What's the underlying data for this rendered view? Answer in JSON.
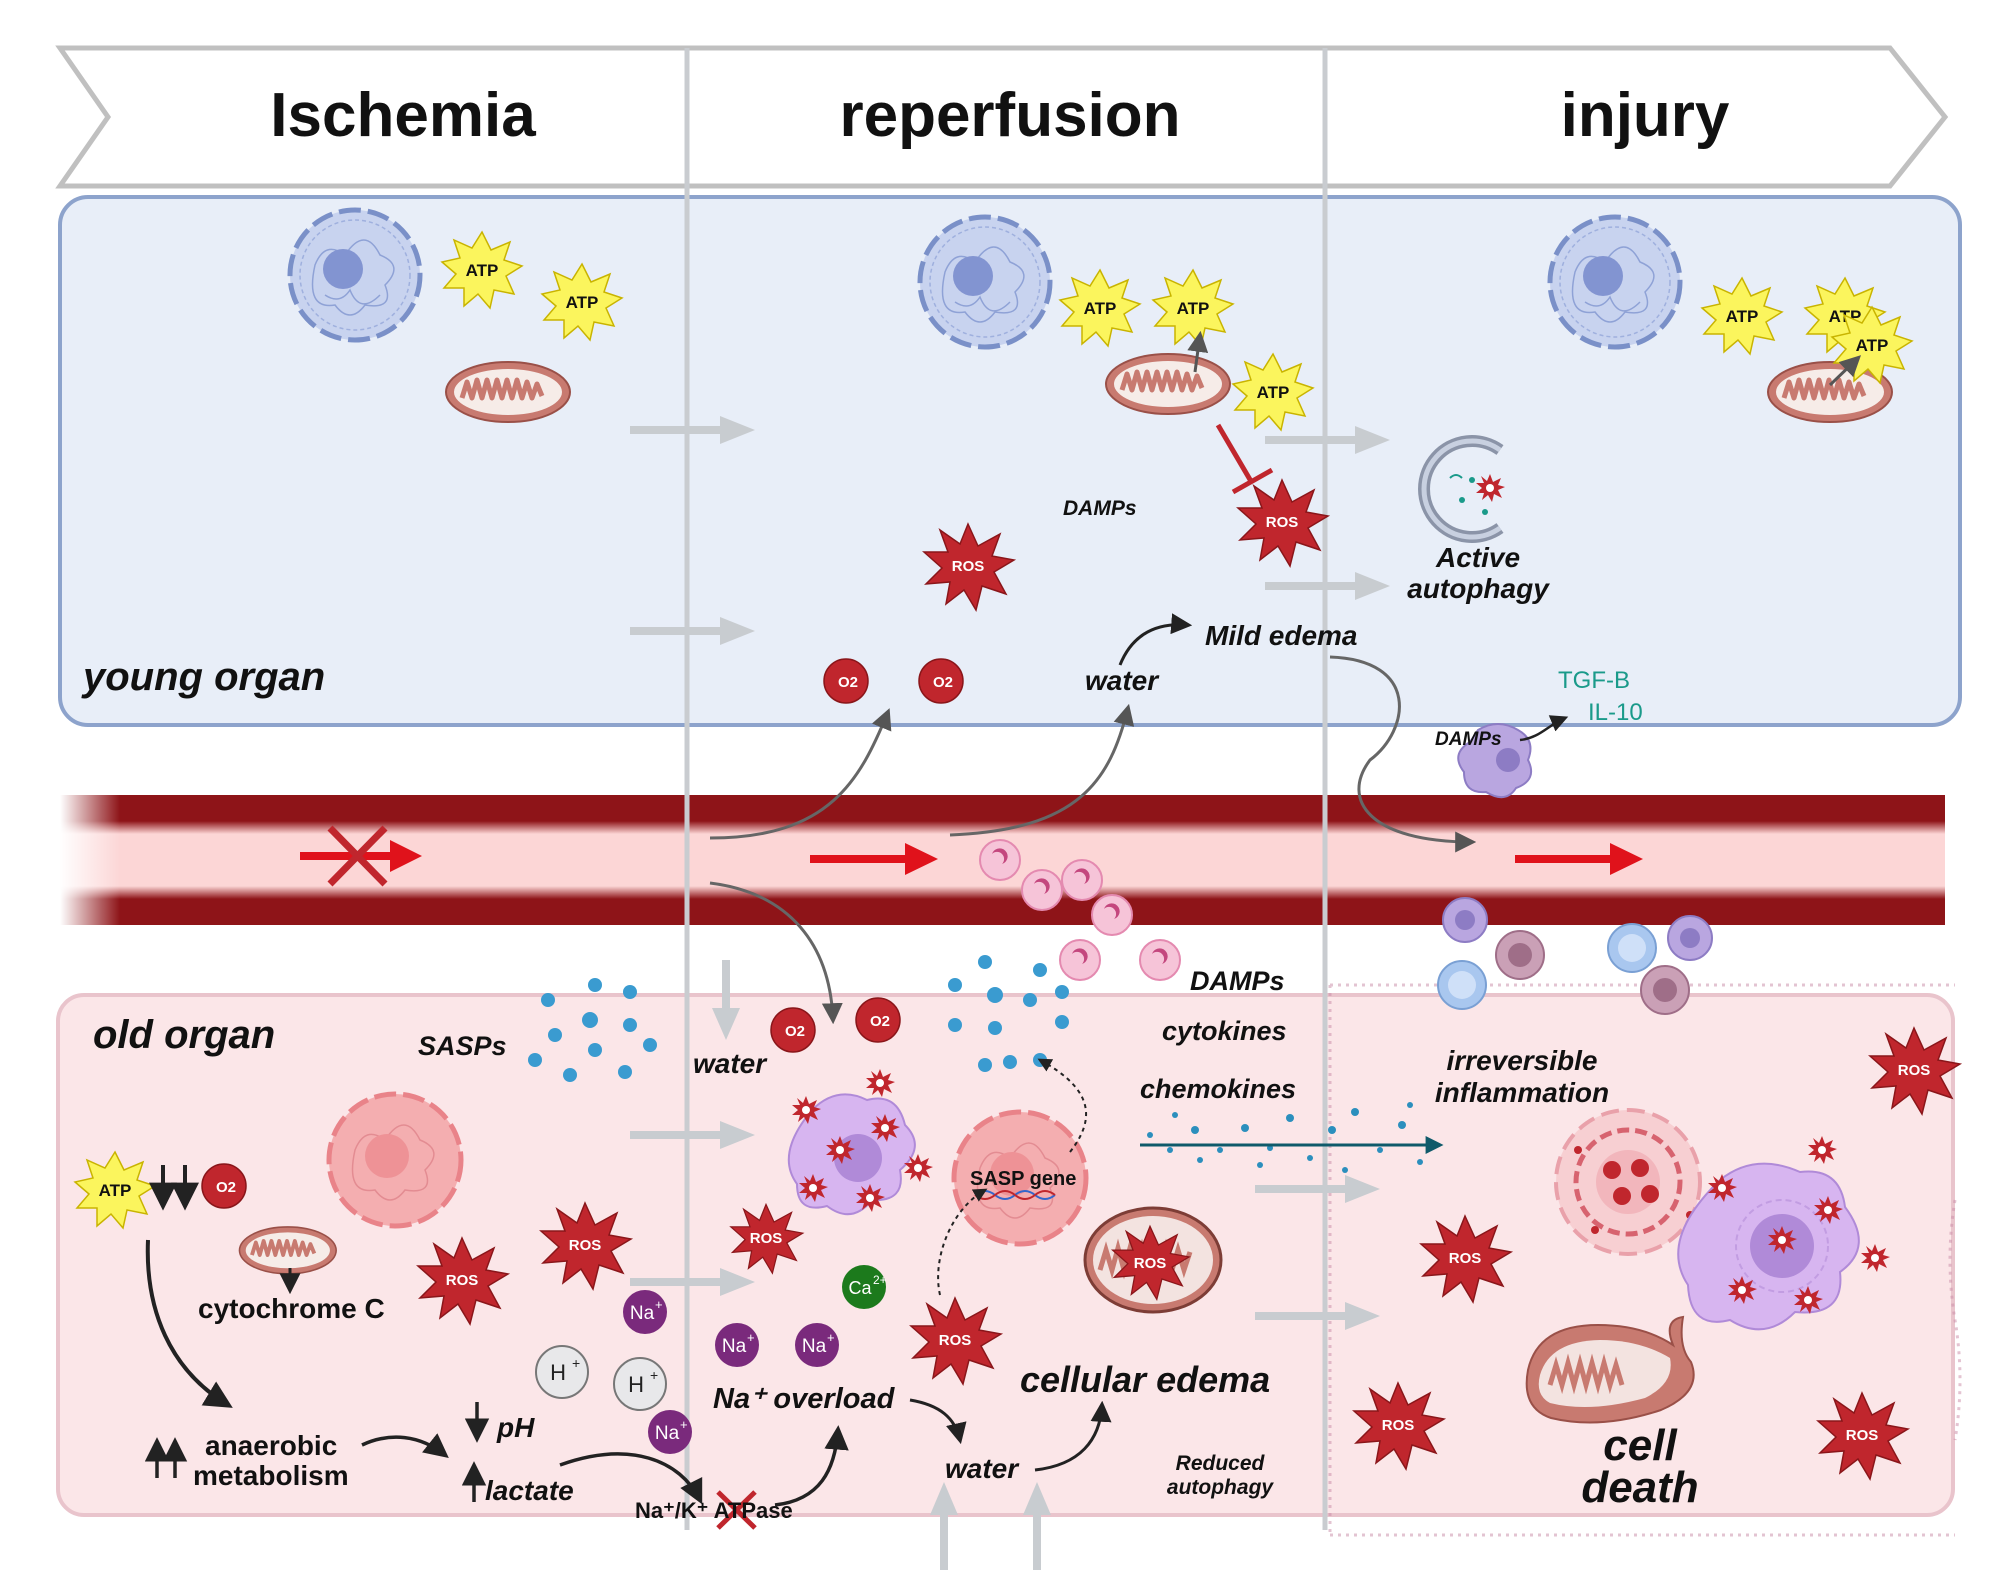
{
  "phases": [
    "Ischemia",
    "reperfusion",
    "injury"
  ],
  "young": {
    "organ_label": "young organ",
    "atp": "ATP",
    "ros": "ROS",
    "o2": "O2",
    "o2_super": "•",
    "o2_sign": "–",
    "damps": "DAMPs",
    "water": "water",
    "mild_edema": "Mild edema",
    "active_autophagy_1": "Active",
    "active_autophagy_2": "autophagy",
    "tgfb": "TGF-B",
    "il10": "IL-10",
    "damps_macrophage": "DAMPs"
  },
  "old": {
    "organ_label": "old organ",
    "sasps": "SASPs",
    "water_1": "water",
    "water_2": "water",
    "atp": "ATP",
    "o2": "O2",
    "ros": "ROS",
    "cytochrome": "cytochrome C",
    "anaerobic_1": "anaerobic",
    "anaerobic_2": "metabolism",
    "ph": "pH",
    "lactate": "lactate",
    "h_ion": "H",
    "na_ion": "Na",
    "ca_ion": "Ca",
    "ion_plus": "+",
    "ca_charge": "2+",
    "atpase": "Na⁺/K⁺ ATPase",
    "na_overload": "Na⁺ overload",
    "sasp_gene": "SASP gene",
    "cellular_edema": "cellular edema",
    "reduced_autophagy_1": "Reduced",
    "reduced_autophagy_2": "autophagy",
    "damps": "DAMPs",
    "cytokines": "cytokines",
    "chemokines": "chemokines",
    "irreversible_1": "irreversible",
    "irreversible_2": "inflammation",
    "cell_death_1": "cell",
    "cell_death_2": "death"
  },
  "colors": {
    "young_bg": "#e8eef8",
    "young_border": "#8da3cc",
    "old_bg": "#fbe6e8",
    "old_border": "#e9c4cc",
    "ros_red": "#c0262d",
    "vessel_dark": "#8e1418",
    "vessel_light": "#fcd6d6",
    "atp_yellow": "#fbf55d",
    "mito": "#c87a70",
    "teal": "#1a9a8a"
  }
}
